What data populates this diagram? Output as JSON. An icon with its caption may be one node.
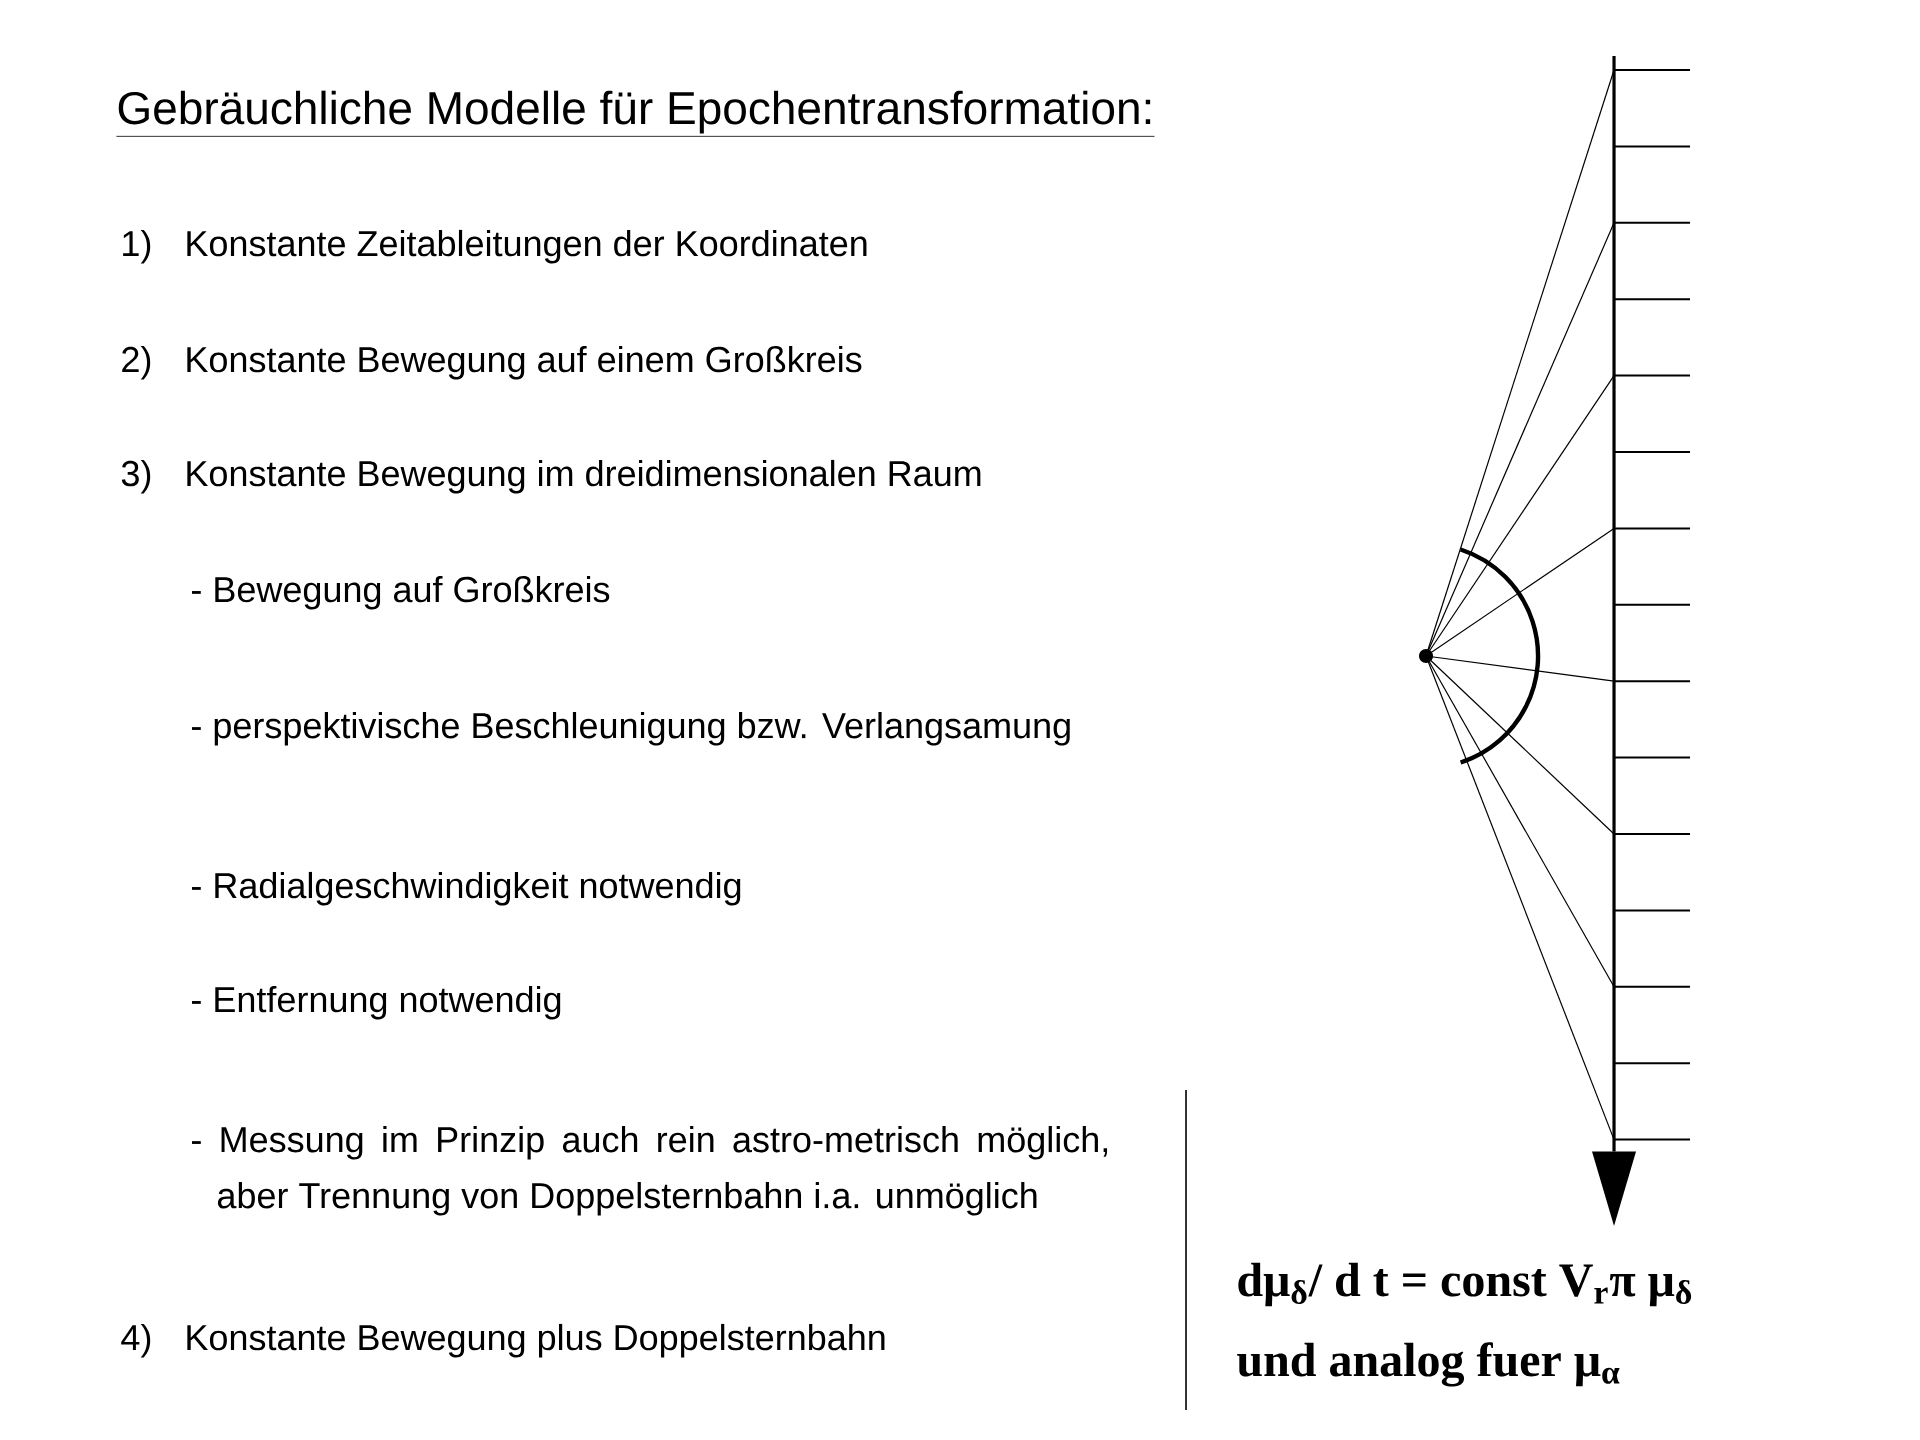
{
  "diagram": {
    "title": "Gebräuchliche Modelle für Epochentransformation:",
    "labels": [
      "1)",
      "Konstante Zeitableitungen der Koordinaten",
      "2)",
      "Konstante Bewegung auf einem Großkreis",
      "3)",
      "Konstante Bewegung im dreidimensionalen Raum",
      "- Bewegung auf Großkreis",
      "- perspektivische Beschleunigung bzw. Verlangsamung",
      "- Radialgeschwindigkeit notwendig",
      "- Entfernung notwendig",
      "- Messung im Prinzip auch rein astro-metrisch möglich, aber Trennung von Doppelsternbahn i.a. unmöglich",
      "4)",
      "Konstante Bewegung plus Doppelsternbahn",
      "dμ$_{δ}$/ d t = const V$_{r}$π μ$_{δ}$",
      "und analog fuer μ$_{α}$"
    ]
  }
}
